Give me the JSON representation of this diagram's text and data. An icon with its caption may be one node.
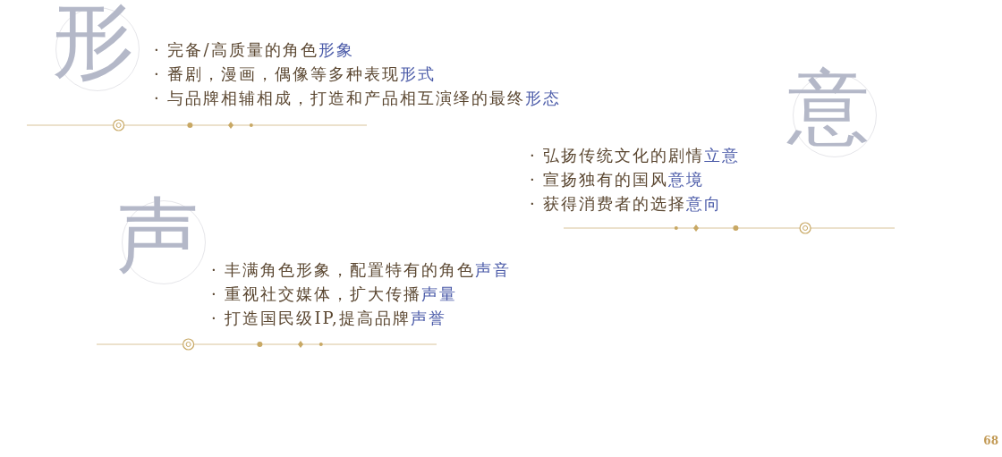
{
  "diagram": {
    "nodes": [
      {
        "text": [
          "形"
        ]
      },
      {
        "text": [
          "意"
        ]
      },
      {
        "text": [
          "声"
        ]
      }
    ],
    "labels": [
      "· 完备/高质量的角色**形象**",
      "· 番剧，漫画，偶像等多种表现**形式**",
      "· 与品牌相辅相成，打造和产品相互演绎的最终**形态**",
      "· 弘扬传统文化的剧情**立意**",
      "· 宣扬独有的国风**意境**",
      "· 获得消费者的选择**意向**",
      "· 丰满角色形象，配置特有的角色**声音**",
      "· 重视社交媒体，扩大传播**声量**",
      "· 打造国民级IP,提高品牌**声誉**",
      "68"
    ]
  }
}
